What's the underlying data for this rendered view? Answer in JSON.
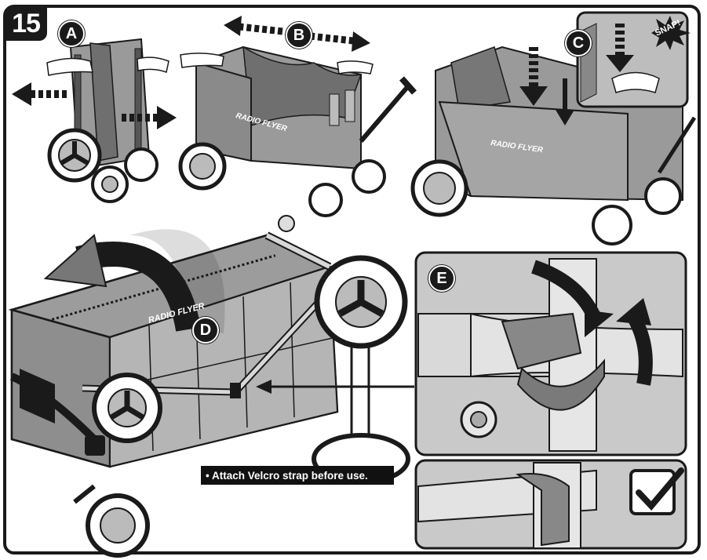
{
  "step": {
    "number": "15"
  },
  "callouts": {
    "a": "A",
    "b": "B",
    "c": "C",
    "d": "D",
    "e": "E"
  },
  "brand": {
    "text": "RADIO FLYER"
  },
  "snap": {
    "text": "SNAP!"
  },
  "note": {
    "text": "• Attach Velcro strap before use."
  },
  "colors": {
    "ink": "#1a1a1a",
    "fabric": "#9a9a9a",
    "panel_bg": "#c9c9c9",
    "paper": "#ffffff"
  },
  "icons": {
    "check": "check-mark-icon"
  }
}
